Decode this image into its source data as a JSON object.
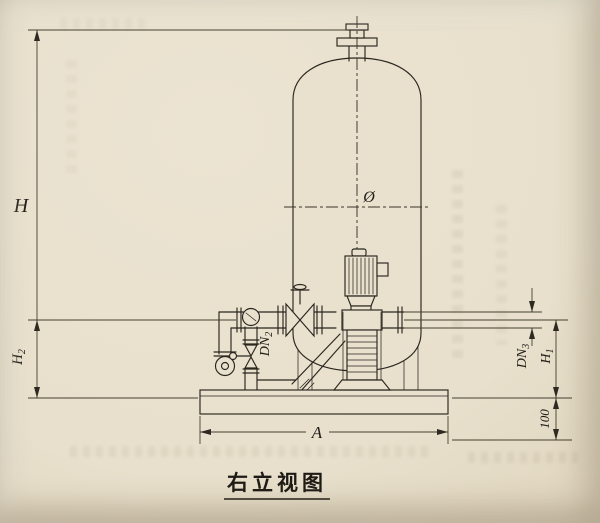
{
  "drawing": {
    "caption": "右立视图",
    "labels": {
      "h": "H",
      "h2": {
        "base": "H",
        "sub": "2"
      },
      "h1": {
        "base": "H",
        "sub": "1"
      },
      "dn2": {
        "base": "DN",
        "sub": "2"
      },
      "dn3": {
        "base": "DN",
        "sub": "3"
      },
      "diameter": "Ø",
      "base_width": "A",
      "foundation_height": "100"
    }
  }
}
